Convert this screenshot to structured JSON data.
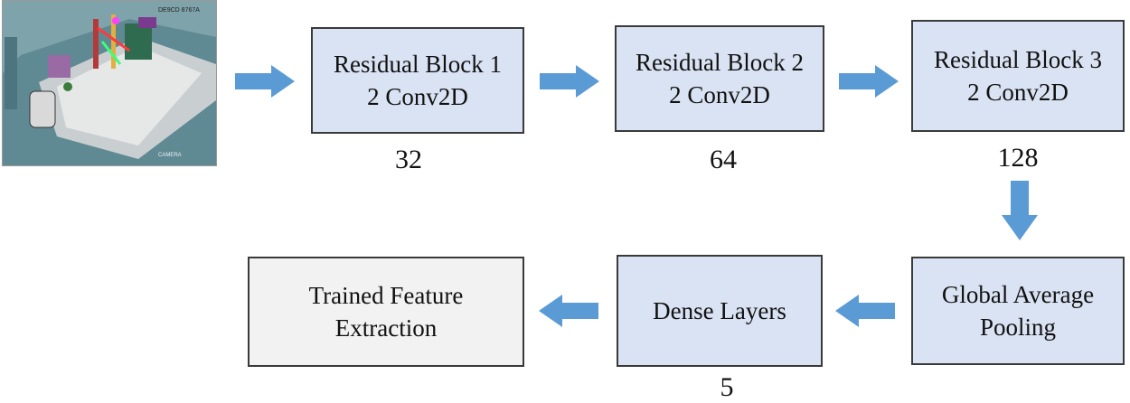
{
  "colors": {
    "block_fill": "#dae3f3",
    "final_fill": "#f2f2f2",
    "arrow_fill": "#5b9bd5",
    "border": "#3a3a3a"
  },
  "input_image": {
    "overlay_text_top": "DE9CD 8767A",
    "overlay_text_bottom": "CAMERA"
  },
  "nodes": {
    "residual_block_1": {
      "line1": "Residual Block 1",
      "line2": "2 Conv2D",
      "filters": "32"
    },
    "residual_block_2": {
      "line1": "Residual Block 2",
      "line2": "2 Conv2D",
      "filters": "64"
    },
    "residual_block_3": {
      "line1": "Residual Block 3",
      "line2": "2 Conv2D",
      "filters": "128"
    },
    "global_average_pooling": {
      "line1": "Global Average",
      "line2": "Pooling"
    },
    "dense_layers": {
      "line1": "Dense Layers",
      "units": "5"
    },
    "trained_feature_extraction": {
      "line1": "Trained Feature",
      "line2": "Extraction"
    }
  },
  "arrows": [
    "right",
    "right",
    "right",
    "down",
    "left",
    "left"
  ]
}
